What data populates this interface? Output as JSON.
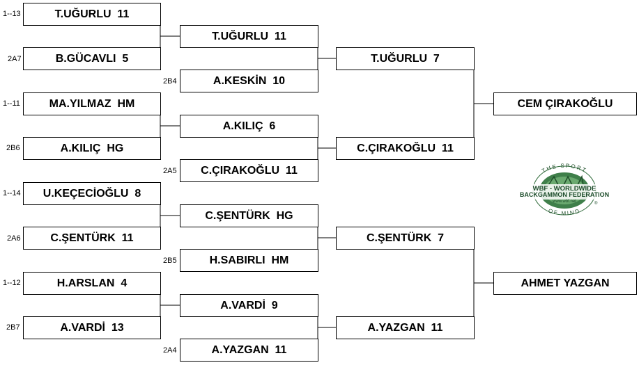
{
  "round1": [
    {
      "seed": "1--13",
      "name": "T.UĞURLU  11"
    },
    {
      "seed": "2A7",
      "name": "B.GÜCAVLI  5"
    },
    {
      "seed": "1--11",
      "name": "MA.YILMAZ  HM"
    },
    {
      "seed": "2B6",
      "name": "A.KILIÇ  HG"
    },
    {
      "seed": "1--14",
      "name": "U.KEÇECİOĞLU  8"
    },
    {
      "seed": "2A6",
      "name": "C.ŞENTÜRK  11"
    },
    {
      "seed": "1--12",
      "name": "H.ARSLAN  4"
    },
    {
      "seed": "2B7",
      "name": "A.VARDİ  13"
    }
  ],
  "round2": [
    {
      "seed": "",
      "name": "T.UĞURLU  11"
    },
    {
      "seed": "2B4",
      "name": "A.KESKİN  10"
    },
    {
      "seed": "",
      "name": "A.KILIÇ  6"
    },
    {
      "seed": "2A5",
      "name": "C.ÇIRAKOĞLU  11"
    },
    {
      "seed": "",
      "name": "C.ŞENTÜRK  HG"
    },
    {
      "seed": "2B5",
      "name": "H.SABIRLI  HM"
    },
    {
      "seed": "",
      "name": "A.VARDİ  9"
    },
    {
      "seed": "2A4",
      "name": "A.YAZGAN  11"
    }
  ],
  "round3": [
    {
      "name": "T.UĞURLU  7"
    },
    {
      "name": "C.ÇIRAKOĞLU  11"
    },
    {
      "name": "C.ŞENTÜRK  7"
    },
    {
      "name": "A.YAZGAN  11"
    }
  ],
  "winners": [
    {
      "name": "CEM ÇIRAKOĞLU"
    },
    {
      "name": "AHMET YAZGAN"
    }
  ],
  "logo": {
    "top_text": "THE SPORT",
    "line1": "WBF - WORLDWIDE",
    "line2": "BACKGAMMON FEDERATION",
    "url": "www.wbf.net",
    "bottom_text": "OF MIND",
    "mark": "®"
  }
}
